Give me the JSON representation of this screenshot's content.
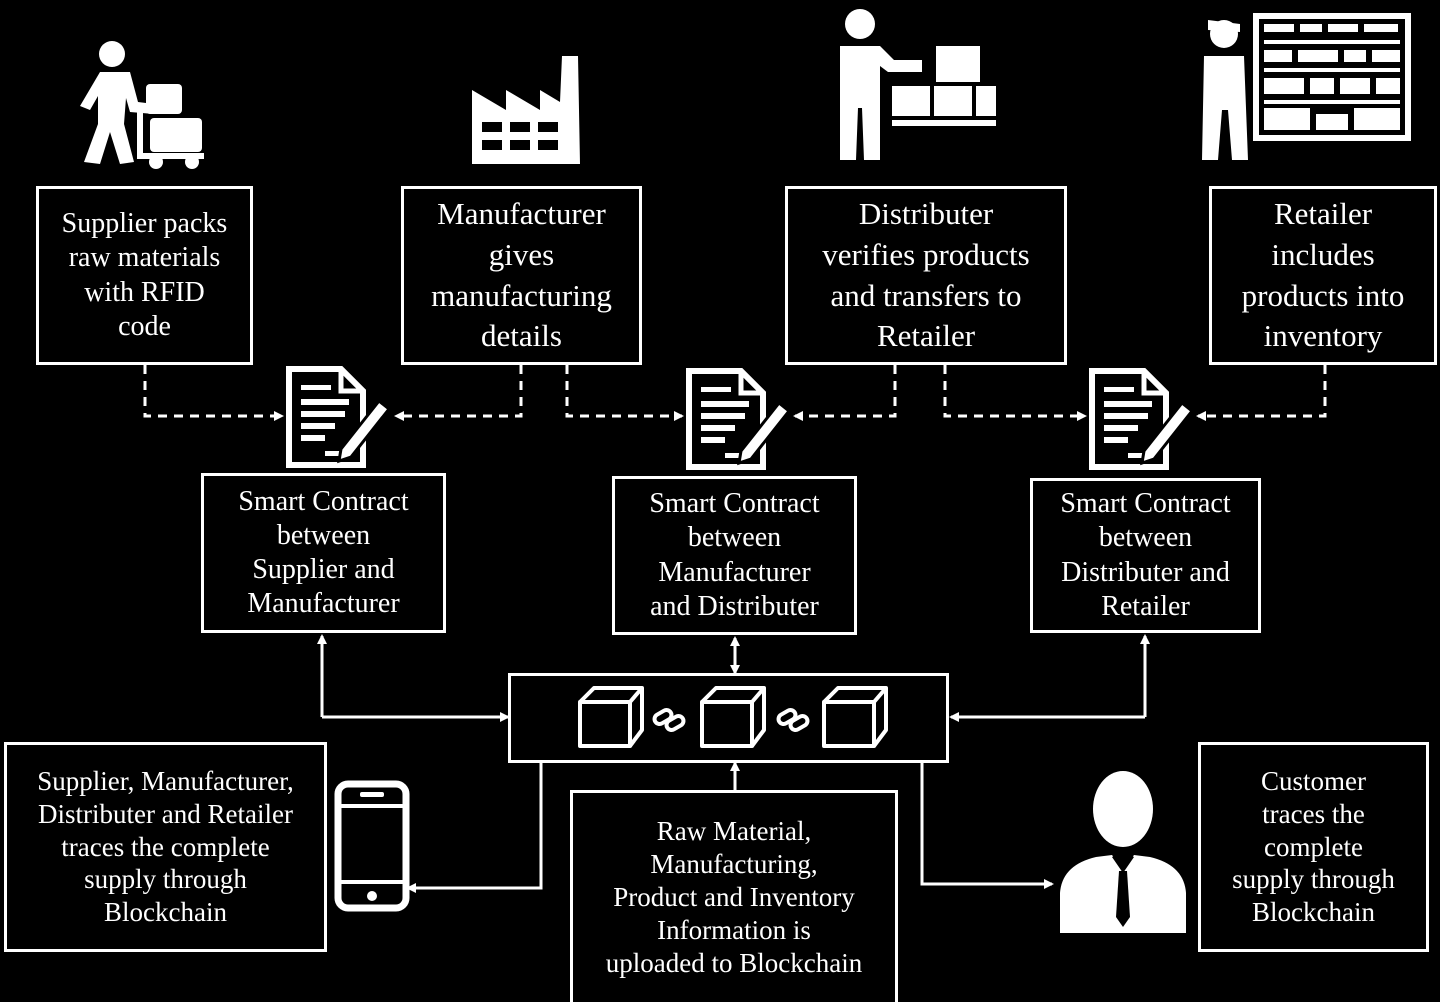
{
  "actors": {
    "supplier": [
      "Supplier packs",
      "raw materials",
      "with RFID",
      "code"
    ],
    "manufacturer": [
      "Manufacturer",
      "gives",
      "manufacturing",
      "details"
    ],
    "distributer": [
      "Distributer",
      "verifies products",
      "and transfers to",
      "Retailer"
    ],
    "retailer": [
      "Retailer",
      "includes",
      "products into",
      "inventory"
    ]
  },
  "contracts": {
    "supplier_manufacturer": [
      "Smart Contract",
      "between",
      "Supplier and",
      "Manufacturer"
    ],
    "manufacturer_distributer": [
      "Smart Contract",
      "between",
      "Manufacturer",
      "and Distributer"
    ],
    "distributer_retailer": [
      "Smart Contract",
      "between",
      "Distributer and",
      "Retailer"
    ]
  },
  "bottom": {
    "participants_trace": [
      "Supplier, Manufacturer,",
      "Distributer and Retailer",
      "traces the complete",
      "supply through",
      "Blockchain"
    ],
    "upload": [
      "Raw Material,",
      "Manufacturing,",
      "Product and Inventory",
      "Information is",
      "uploaded to Blockchain"
    ],
    "customer_trace": [
      "Customer",
      "traces the",
      "complete",
      "supply through",
      "Blockchain"
    ]
  },
  "icons": [
    "supplier-worker-icon",
    "factory-icon",
    "distributer-worker-icon",
    "retailer-shelf-icon",
    "contract-document-icon",
    "blockchain-block-icon",
    "chain-link-icon",
    "smartphone-icon",
    "customer-person-icon"
  ]
}
